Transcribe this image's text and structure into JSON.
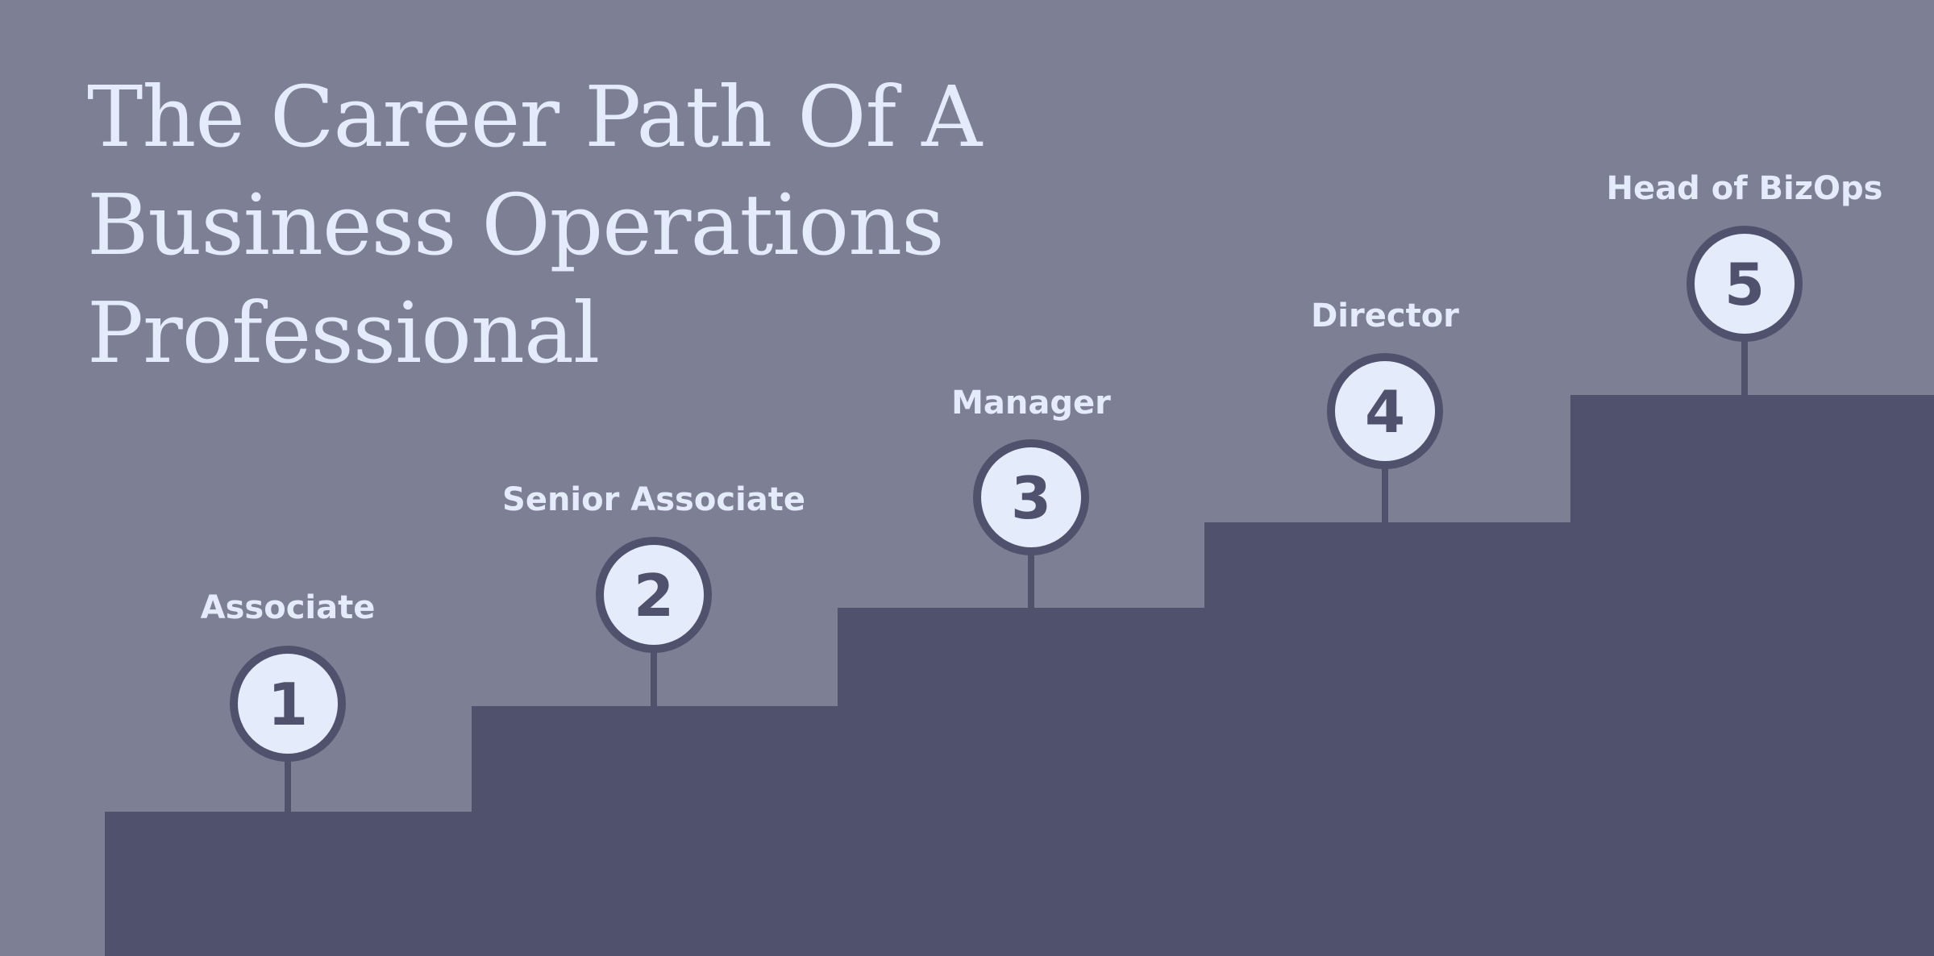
{
  "title": {
    "line1": "The Career Path Of A",
    "line2": "Business Operations",
    "line3": "Professional"
  },
  "colors": {
    "background": "#7d8094",
    "stairs": "#50526d",
    "accent_light": "#e4ebfb"
  },
  "steps": [
    {
      "number": "1",
      "label": "Associate"
    },
    {
      "number": "2",
      "label": "Senior Associate"
    },
    {
      "number": "3",
      "label": "Manager"
    },
    {
      "number": "4",
      "label": "Director"
    },
    {
      "number": "5",
      "label": "Head of BizOps"
    }
  ]
}
